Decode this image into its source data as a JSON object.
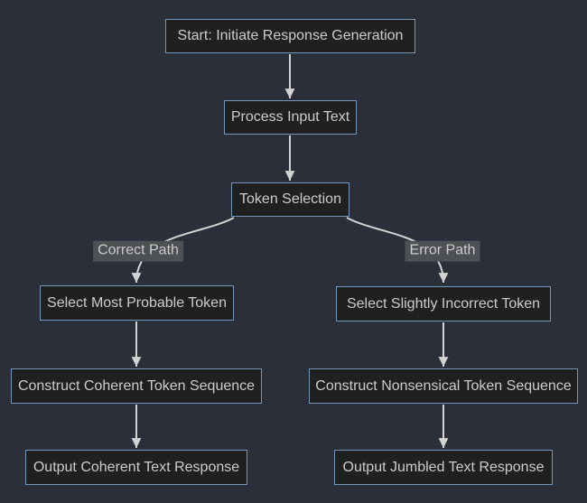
{
  "diagram": {
    "type": "flowchart-top-down",
    "nodes": {
      "start": {
        "label": "Start: Initiate Response Generation"
      },
      "process_input": {
        "label": "Process Input Text"
      },
      "token_selection": {
        "label": "Token Selection"
      },
      "select_probable": {
        "label": "Select Most Probable Token"
      },
      "select_incorrect": {
        "label": "Select Slightly Incorrect Token"
      },
      "construct_coherent": {
        "label": "Construct Coherent Token Sequence"
      },
      "construct_nonsensical": {
        "label": "Construct Nonsensical Token Sequence"
      },
      "output_coherent": {
        "label": "Output Coherent Text Response"
      },
      "output_jumbled": {
        "label": "Output Jumbled Text Response"
      }
    },
    "edges": [
      {
        "from": "start",
        "to": "process_input",
        "label": ""
      },
      {
        "from": "process_input",
        "to": "token_selection",
        "label": ""
      },
      {
        "from": "token_selection",
        "to": "select_probable",
        "label": "Correct Path"
      },
      {
        "from": "token_selection",
        "to": "select_incorrect",
        "label": "Error Path"
      },
      {
        "from": "select_probable",
        "to": "construct_coherent",
        "label": ""
      },
      {
        "from": "select_incorrect",
        "to": "construct_nonsensical",
        "label": ""
      },
      {
        "from": "construct_coherent",
        "to": "output_coherent",
        "label": ""
      },
      {
        "from": "construct_nonsensical",
        "to": "output_jumbled",
        "label": ""
      }
    ]
  },
  "colors": {
    "background": "#2b2f3a",
    "node_fill": "#1f2020",
    "node_border": "#7596b8",
    "text": "#cccccc",
    "edge": "#d3d3d3",
    "edge_label_bg": "#4d5055"
  }
}
